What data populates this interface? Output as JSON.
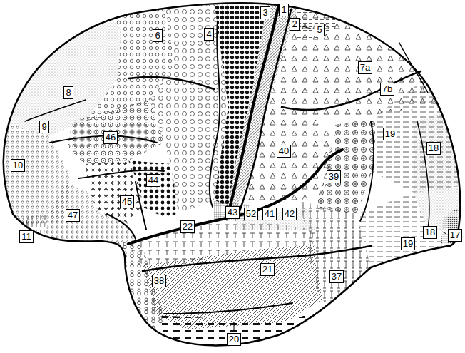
{
  "diagram": {
    "labels": [
      "3",
      "1",
      "2",
      "5",
      "4",
      "6",
      "7a",
      "7b",
      "8",
      "9",
      "19",
      "18",
      "46",
      "10",
      "40",
      "39",
      "44",
      "45",
      "43",
      "52",
      "41",
      "42",
      "22",
      "11",
      "47",
      "21",
      "37",
      "17",
      "18",
      "19",
      "38",
      "20"
    ]
  }
}
